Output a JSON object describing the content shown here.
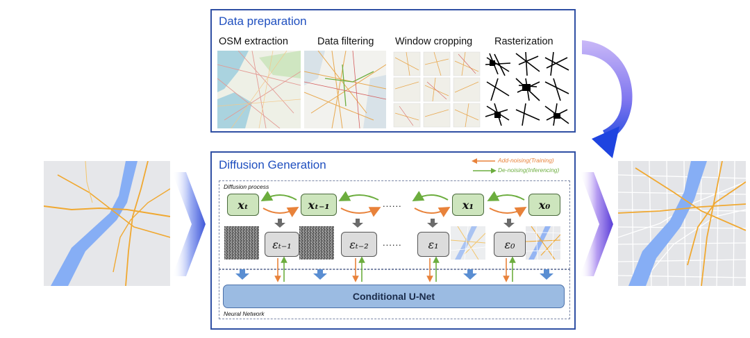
{
  "data_preparation": {
    "title": "Data preparation",
    "steps": [
      {
        "label": "OSM extraction"
      },
      {
        "label": "Data filtering"
      },
      {
        "label": "Window cropping"
      },
      {
        "label": "Rasterization"
      }
    ]
  },
  "diffusion_generation": {
    "title": "Diffusion Generation",
    "legend": {
      "add_noising": "Add-noising(Training)",
      "de_noising": "De-noising(Inferencing)"
    },
    "process_label": "Diffusion process",
    "network_label": "Neural Network",
    "unet_label": "Conditional U-Net",
    "x_nodes": [
      "xₜ",
      "xₜ₋₁",
      "x₁",
      "x₀"
    ],
    "eps_nodes": [
      "εₜ₋₁",
      "εₜ₋₂",
      "ε₁",
      "ε₀"
    ],
    "ellipsis": "......"
  },
  "colors": {
    "panel_border": "#2f4fa3",
    "title_blue": "#1f4fbf",
    "add_noising": "#e8823a",
    "de_noising": "#6cad3e",
    "x_box_fill": "#cde5bd",
    "eps_box_fill": "#dcdcdc",
    "unet_fill": "#9bbbe2",
    "flow_arrow": "#3f57d8"
  }
}
